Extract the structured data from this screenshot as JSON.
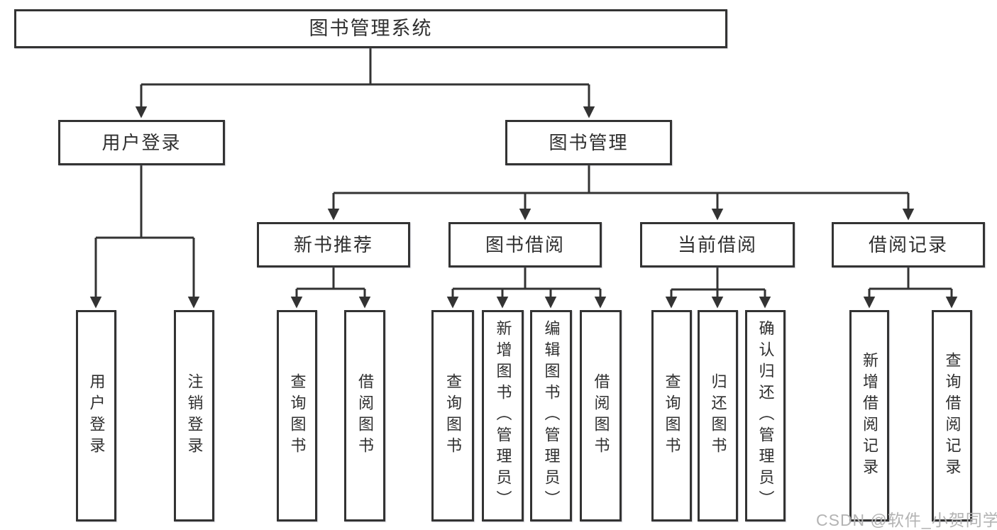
{
  "diagram_title": "图书管理系统",
  "tree": {
    "root": {
      "label": "图书管理系统"
    },
    "level2": [
      {
        "label": "用户登录",
        "leaves": [
          "用户登录",
          "注销登录"
        ]
      },
      {
        "label": "图书管理"
      }
    ],
    "level3": [
      {
        "label": "新书推荐",
        "leaves": [
          "查询图书",
          "借阅图书"
        ]
      },
      {
        "label": "图书借阅",
        "leaves": [
          "查询图书",
          "新增图书（管理员）",
          "编辑图书（管理员）",
          "借阅图书"
        ]
      },
      {
        "label": "当前借阅",
        "leaves": [
          "查询图书",
          "归还图书",
          "确认归还（管理员）"
        ]
      },
      {
        "label": "借阅记录",
        "leaves": [
          "新增借阅记录",
          "查询借阅记录"
        ]
      }
    ]
  },
  "watermark": "CSDN @软件_小贺同学",
  "colors": {
    "line": "#333333",
    "text": "#2f2f2f",
    "background": "#ffffff",
    "watermark": "#b3b3b3"
  }
}
